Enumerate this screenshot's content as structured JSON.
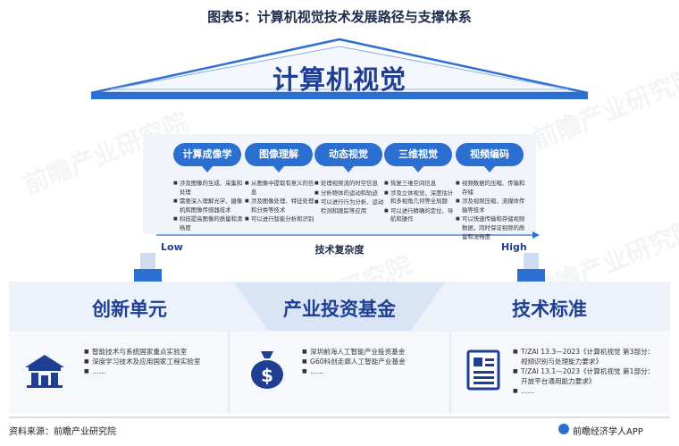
{
  "title": "图表5：计算机视觉技术发展路径与支撑体系",
  "roof_title": "计算机视觉",
  "columns": [
    {
      "label": "计算成像学",
      "items": [
        "涉及图像的生成、采集和处理",
        "需要深入理解光学、摄像机和图像传感器技术",
        "科技提高图像的质量和清晰度"
      ]
    },
    {
      "label": "图像理解",
      "items": [
        "从图像中提取有意义的信息",
        "涉及图像处理、特征处理和分类等技术",
        "可以进行智能分析和识别"
      ]
    },
    {
      "label": "动态视觉",
      "items": [
        "处理视频流的时空信息",
        "分析物体的运动和轨迹",
        "可以进行行为分析、运动检测和跟踪等应用"
      ]
    },
    {
      "label": "三维视觉",
      "items": [
        "恢复三维空间信息",
        "涉及立体视觉、深度估计和多视角几何等全局题",
        "可以进行精确的定位、导航和操作"
      ]
    },
    {
      "label": "视频编码",
      "items": [
        "视频数据的压缩、传输和存储",
        "涉及视频压缩、流媒体传输等技术",
        "可以快速传输和存储视频数据，同时保证视频的质量和流畅度"
      ]
    }
  ],
  "axis": {
    "low": "Low",
    "label": "技术复杂度",
    "high": "High"
  },
  "bases": [
    {
      "title": "创新单元",
      "icon": "bank-icon",
      "items": [
        "智能技术与系统国家重点实验室",
        "深度学习技术及应用国家工程实验室",
        "……"
      ]
    },
    {
      "title": "产业投资基金",
      "icon": "money-bag-icon",
      "items": [
        "深圳前海人工智能产业投资基金",
        "G60科创走廊人工智能产业基金",
        "……"
      ]
    },
    {
      "title": "技术标准",
      "icon": "document-icon",
      "items": [
        "T/ZAI 13.3—2023《计算机视觉 第3部分：视频识别与处理能力要求》",
        "T/ZAI 13.1—2023《计算机视觉 第1部分：开放平台通用能力要求》",
        "……"
      ]
    }
  ],
  "footer": {
    "source": "资料来源：前瞻产业研究院",
    "brand": "前瞻经济学人APP"
  },
  "watermark": "前瞻产业研究院",
  "colors": {
    "primary": "#2b6fd0",
    "dark": "#1f3f93",
    "light": "#dde6f6"
  }
}
